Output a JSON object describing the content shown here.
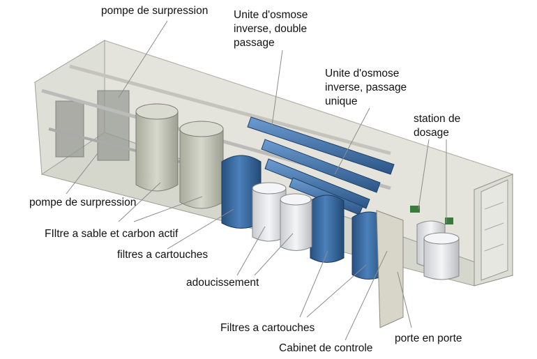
{
  "labels": {
    "pump_top": "pompe de surpression",
    "ro_double": [
      "Unite d'osmose",
      "inverse, double",
      "passage"
    ],
    "ro_single": [
      "Unite d'osmose",
      "inverse, passage",
      "unique"
    ],
    "dosing": [
      "station de",
      "dosage"
    ],
    "pump_left": "pompe de surpression",
    "sand_carbon": "FIltre a sable et carbon actif",
    "cartridge_1": "filtres a cartouches",
    "softening": "adoucissement",
    "cartridge_2": "Filtres a cartouches",
    "control_cabinet": "Cabinet de controle",
    "door": "porte en porte"
  },
  "colors": {
    "blue": "#3d6fa8",
    "grey_tank": "#c9cbbd",
    "white_tank": "#e8ebee",
    "frame": "#d8dad5"
  }
}
